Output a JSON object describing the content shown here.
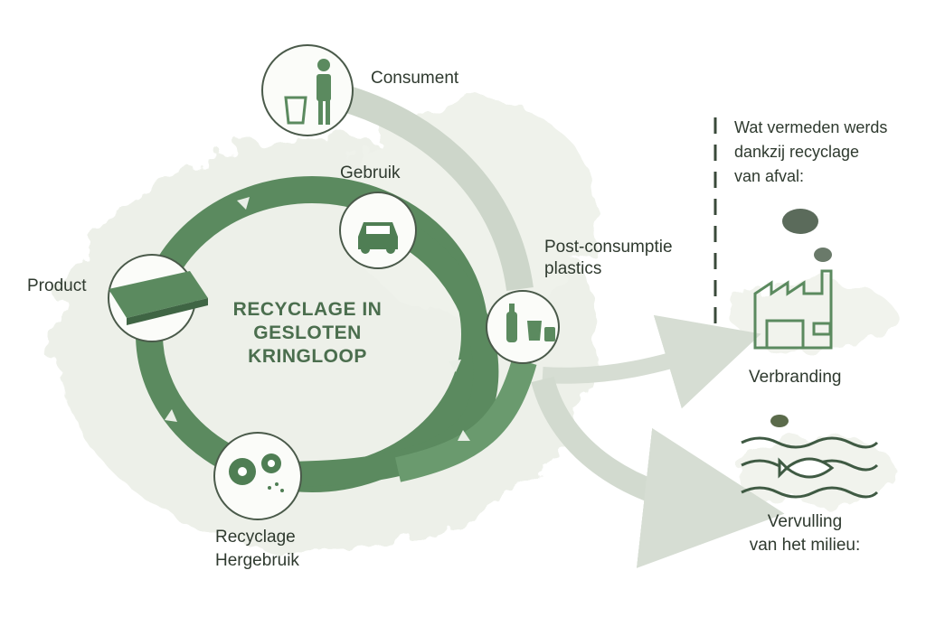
{
  "diagram": {
    "title": "RECYCLAGE IN GESLOTEN KRINGLOOP",
    "title_lines": [
      "RECYCLAGE IN",
      "GESLOTEN",
      "KRINGLOOP"
    ],
    "nodes": {
      "consumer": {
        "label": "Consument",
        "icon": "person-trash-icon"
      },
      "use": {
        "label": "Gebruik",
        "icon": "car-icon"
      },
      "product": {
        "label": "Product",
        "icon": "plastic-crate-icon"
      },
      "post_consumer": {
        "label_lines": [
          "Post-consumptie",
          "plastics"
        ],
        "icon": "bottles-icon"
      },
      "recycling": {
        "label_lines": [
          "Recyclage",
          "Hergebruik"
        ],
        "icon": "gears-icon"
      }
    },
    "avoided": {
      "heading_lines": [
        "Wat vermeden werds",
        "dankzij recyclage",
        "van afval:"
      ],
      "items": [
        {
          "label": "Verbranding",
          "icon": "factory-smoke-icon"
        },
        {
          "label_lines": [
            "Vervulling",
            "van het milieu:"
          ],
          "icon": "polluted-water-fish-icon"
        }
      ]
    },
    "colors": {
      "ring": "#5b8a5f",
      "flow": "#c9d3c6",
      "text": "#2f3a2f",
      "background": "#e6ebdf"
    }
  }
}
